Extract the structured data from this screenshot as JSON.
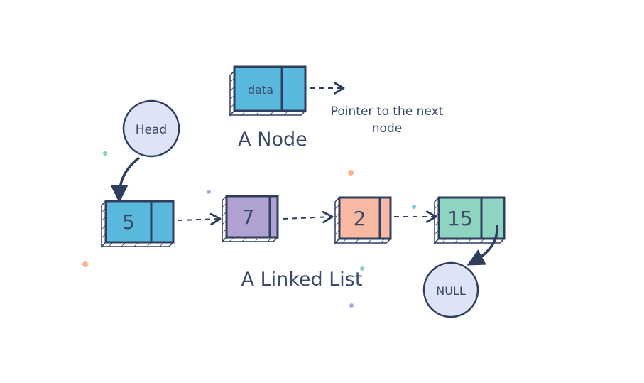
{
  "node_example": {
    "field_label": "data",
    "title": "A Node",
    "pointer_caption_line1": "Pointer to the next",
    "pointer_caption_line2": "node",
    "fill_color": "#5bb8dd"
  },
  "head": {
    "label": "Head",
    "fill_color": "#dfe3f6"
  },
  "linked_list": {
    "title": "A Linked List",
    "nodes": [
      {
        "value": "5",
        "fill_color": "#5bb8dd"
      },
      {
        "value": "7",
        "fill_color": "#b0a3d4"
      },
      {
        "value": "2",
        "fill_color": "#f8b9a3"
      },
      {
        "value": "15",
        "fill_color": "#8fd3c1"
      }
    ]
  },
  "null_node": {
    "label": "NULL",
    "fill_color": "#dfe3f6"
  },
  "colors": {
    "outline": "#2f3e5e",
    "text": "#3b4a6b"
  }
}
